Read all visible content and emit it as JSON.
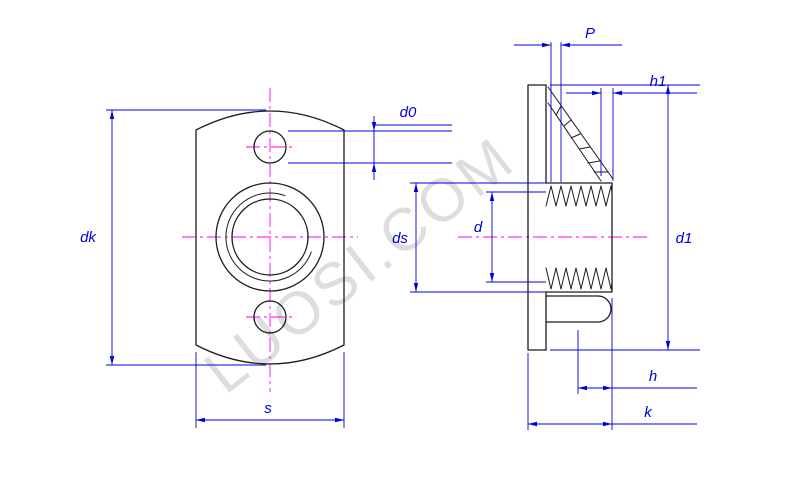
{
  "watermark": {
    "text": "LUOSI.COM",
    "color": "#c8c8c8"
  },
  "colors": {
    "object_line": "#1c1c1c",
    "dimension_line": "#0000e0",
    "centerline": "#ff00ff",
    "background": "#ffffff"
  },
  "front_view": {
    "dimension_labels": {
      "dk": "dk",
      "s": "s",
      "d0": "d0"
    }
  },
  "side_view": {
    "dimension_labels": {
      "p": "P",
      "h1": "h1",
      "d": "d",
      "ds": "ds",
      "d1": "d1",
      "h": "h",
      "k": "k"
    }
  }
}
